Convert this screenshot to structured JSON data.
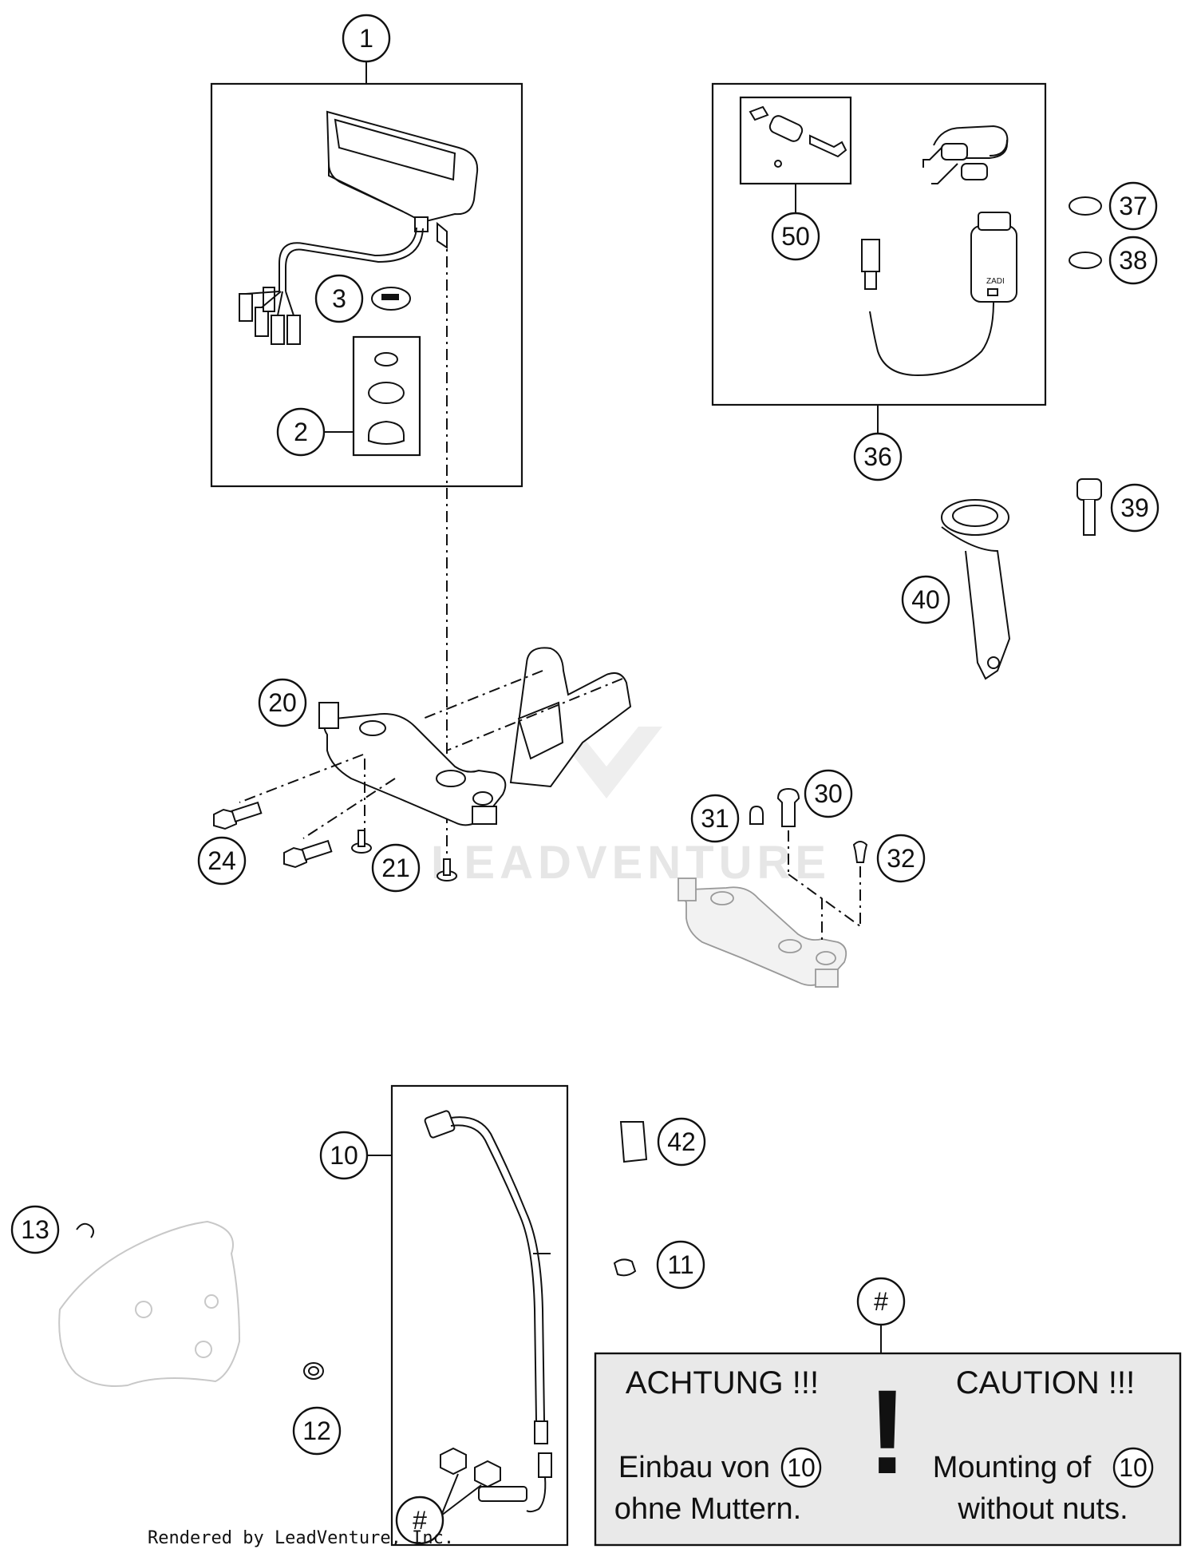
{
  "callouts": {
    "c1": "1",
    "c2": "2",
    "c3": "3",
    "c50": "50",
    "c36": "36",
    "c37": "37",
    "c38": "38",
    "c39": "39",
    "c40": "40",
    "c20": "20",
    "c24": "24",
    "c21": "21",
    "c30": "30",
    "c31": "31",
    "c32": "32",
    "c10": "10",
    "c42": "42",
    "c11": "11",
    "c13": "13",
    "c12": "12",
    "c_hash_bottom": "#",
    "c_hash_note": "#"
  },
  "caution_note": {
    "title_de": "ACHTUNG !!!",
    "title_en": "CAUTION !!!",
    "mark": "!",
    "line1_de": "Einbau von",
    "ref_de": "10",
    "line2_de": "ohne Muttern.",
    "line1_en": "Mounting of",
    "ref_en": "10",
    "line2_en": "without nuts."
  },
  "watermark": "LEADVENTURE",
  "credit": "Rendered by LeadVenture, Inc."
}
